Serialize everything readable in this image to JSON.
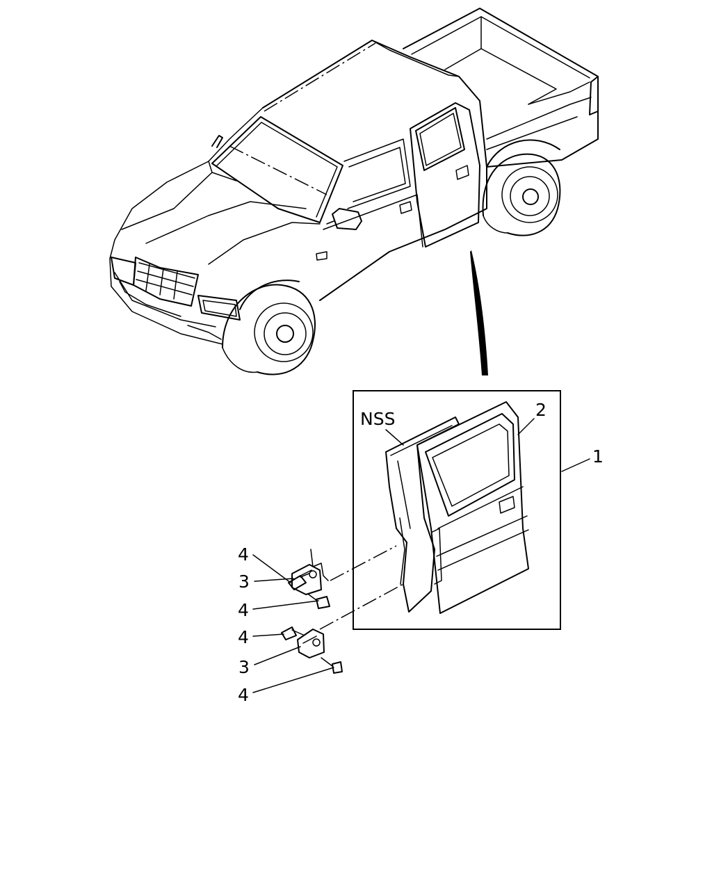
{
  "callouts": {
    "nss": "NSS",
    "door_assembly": "1",
    "door_panel": "2",
    "hinge_upper": "3",
    "hinge_lower": "3",
    "bolt_a": "4",
    "bolt_b": "4",
    "bolt_c": "4",
    "bolt_d": "4"
  }
}
